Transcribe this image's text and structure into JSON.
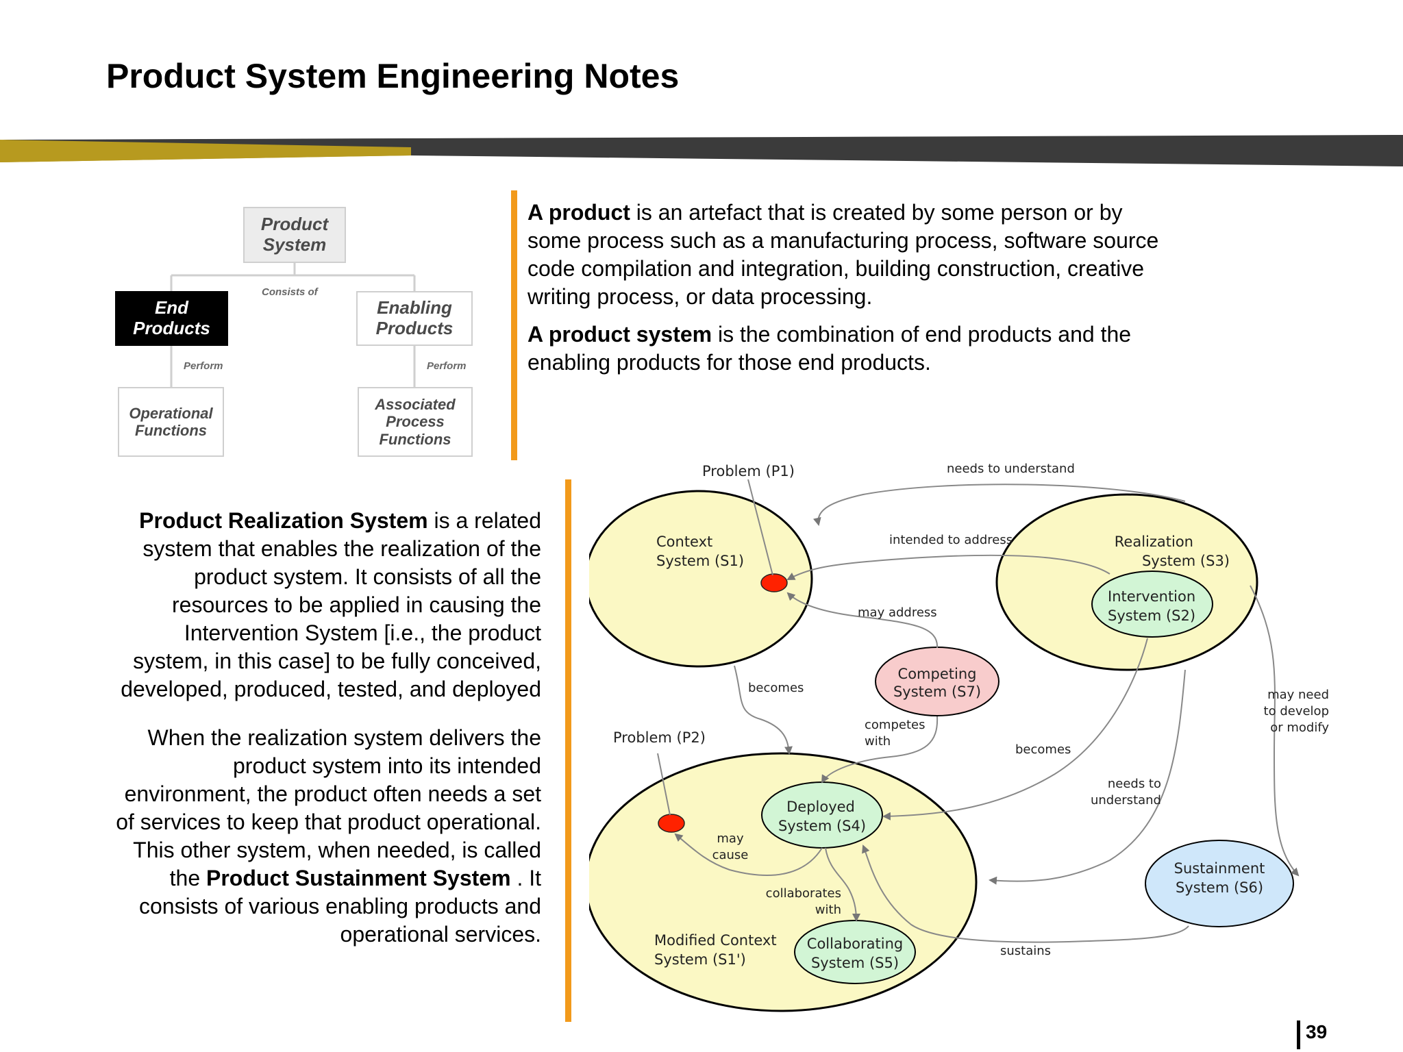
{
  "title": "Product System Engineering Notes",
  "page_number": "39",
  "colors": {
    "gold": "#b79a1f",
    "charcoal": "#3b3b3b",
    "accent_orange": "#f29a1b",
    "ellipse_yellow": "#fbf8c4",
    "green": "#d2f5d5",
    "pink": "#f8cccc",
    "blue": "#cfe7fa",
    "red_dot": "#ff2200"
  },
  "tree": {
    "product_system": "Product\nSystem",
    "consists_of": "Consists of",
    "end_products": "End\nProducts",
    "enabling_products": "Enabling\nProducts",
    "perform_left": "Perform",
    "perform_right": "Perform",
    "operational_functions": "Operational\nFunctions",
    "associated_process_functions": "Associated\nProcess\nFunctions"
  },
  "definitions": {
    "product_bold": "A product",
    "product_rest": " is an artefact that is created by some person or by some process such as a manufacturing process, software source code compilation and integration, building construction, creative writing process, or data processing.",
    "system_bold": "A product system",
    "system_rest": " is the combination of end products and the enabling products for those end products."
  },
  "realization": {
    "bold": "Product Realization System",
    "rest": " is a related system that enables the realization of the product system. It consists of all the resources to be applied in causing the Intervention System [i.e., the product system, in this case] to be fully conceived, developed, produced, tested, and deployed"
  },
  "sustainment": {
    "part1": "When the realization system delivers the product system into its intended environment, the product often needs a set of services to keep that product operational. This other system, when needed, is called the ",
    "bold": "Product Sustainment System",
    "part2": " . It consists of various enabling products and operational services."
  },
  "diagram": {
    "problem_p1": "Problem (P1)",
    "problem_p2": "Problem (P2)",
    "context_l1": "Context",
    "context_l2": "System (S1)",
    "realization_l1": "Realization",
    "realization_l2": "System (S3)",
    "intervention_l1": "Intervention",
    "intervention_l2": "System (S2)",
    "competing_l1": "Competing",
    "competing_l2": "System (S7)",
    "deployed_l1": "Deployed",
    "deployed_l2": "System (S4)",
    "collaborating_l1": "Collaborating",
    "collaborating_l2": "System (S5)",
    "modified_l1": "Modified Context",
    "modified_l2": "System (S1')",
    "sustainment_l1": "Sustainment",
    "sustainment_l2": "System (S6)",
    "needs_to_understand": "needs to understand",
    "intended_to_address": "intended to address",
    "may_address": "may address",
    "becomes_left": "becomes",
    "competes_l1": "competes",
    "competes_l2": "with",
    "becomes_right": "becomes",
    "may_need_l1": "may need",
    "may_need_l2": "to develop",
    "may_need_l3": "or modify",
    "needs_to_l1": "needs to",
    "needs_to_l2": "understand",
    "may_l1": "may",
    "may_l2": "cause",
    "collab_l1": "collaborates",
    "collab_l2": "with",
    "sustains": "sustains"
  }
}
